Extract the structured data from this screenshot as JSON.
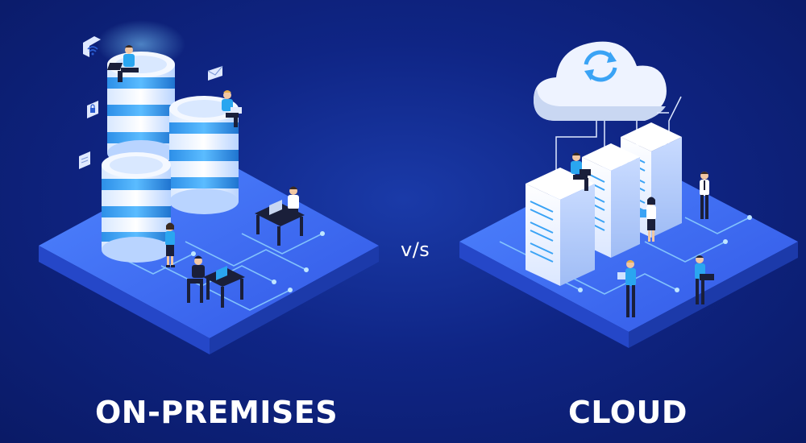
{
  "left": {
    "title": "ON-PREMISES"
  },
  "right": {
    "title": "CLOUD"
  },
  "separator": "v/s",
  "colors": {
    "background": "#0f2585",
    "platform_top": "#3d6dff",
    "platform_side": "#2a4fd4",
    "server_light": "#eef4ff",
    "server_accent": "#3aa3f5",
    "circuit": "#7fc8ff",
    "person_shirt": "#2aa6f0",
    "person_dark": "#1a1f3a"
  },
  "icons": [
    "wifi-icon",
    "envelope-icon",
    "lock-icon",
    "document-icon",
    "sync-icon",
    "cloud-icon"
  ]
}
